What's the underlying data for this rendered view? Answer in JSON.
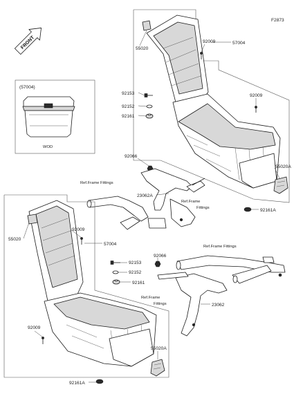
{
  "diagram_id": "F2873",
  "orientation_label": "FRONT",
  "inset": {
    "title": "(57004)",
    "caption": "WOD"
  },
  "labels": {
    "p55020_top": "55020",
    "p92009_top": "92009",
    "p57004_top": "57004",
    "p92153_top": "92153",
    "p92009_right": "92009",
    "p92152_top": "92152",
    "p92161_top": "92161",
    "p92066_top": "92066",
    "ref_frame_mid_l1": "Ref.Frame Fittings",
    "p23062A": "23062A",
    "ref_frame_mid_l2a": "Ref.Frame",
    "ref_frame_mid_l2b": "Fittings",
    "p55020A_top": "55020A",
    "p92161A_top": "92161A",
    "p55020_left": "55020",
    "p92009_left": "92009",
    "p57004_left": "57004",
    "ref_frame_right": "Ref.Frame Fittings",
    "p92066_low": "92066",
    "p92153_low": "92153",
    "p92152_low": "92152",
    "p92161_low": "92161",
    "ref_frame_low_a": "Ref.Frame",
    "ref_frame_low_b": "Fittings",
    "p23062": "23062",
    "p92009_low": "92009",
    "p55020A_low": "55020A",
    "p92161A_low": "92161A"
  }
}
